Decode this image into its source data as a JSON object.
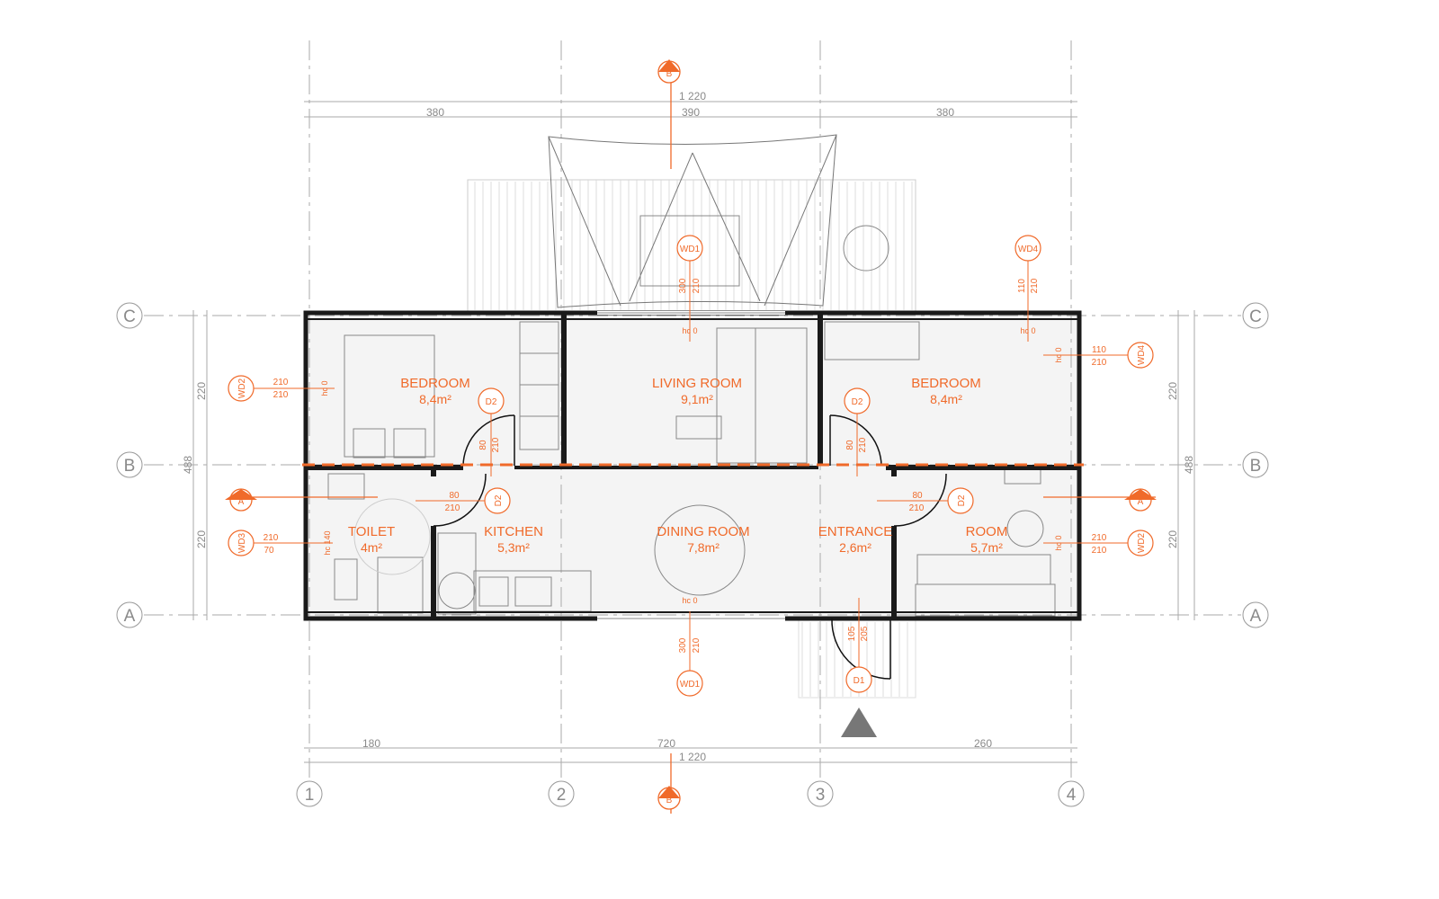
{
  "title": "Container house floor plan",
  "colors": {
    "accent": "#f06a2a",
    "wall": "#1a1a1a",
    "grid": "#9a9a9a",
    "floor": "#f3f3f3"
  },
  "grid_axes": {
    "columns": [
      "1",
      "2",
      "3",
      "4"
    ],
    "rows": [
      "C",
      "B",
      "A"
    ]
  },
  "dimensions": {
    "top_total": "1 220",
    "top_segments": [
      "380",
      "390",
      "380"
    ],
    "bottom_segments": [
      "180",
      "720",
      "260"
    ],
    "bottom_total": "1 220",
    "left_segments": [
      "220",
      "220"
    ],
    "left_total": "488",
    "right_segments": [
      "220",
      "220"
    ],
    "right_total": "488"
  },
  "sections": {
    "top": "B",
    "bottom": "B",
    "left": "A",
    "right": "A"
  },
  "rooms": [
    {
      "name": "BEDROOM",
      "area": "8,4m²"
    },
    {
      "name": "LIVING ROOM",
      "area": "9,1m²"
    },
    {
      "name": "BEDROOM",
      "area": "8,4m²"
    },
    {
      "name": "TOILET",
      "area": "4m²"
    },
    {
      "name": "KITCHEN",
      "area": "5,3m²"
    },
    {
      "name": "DINING ROOM",
      "area": "7,8m²"
    },
    {
      "name": "ENTRANCE",
      "area": "2,6m²"
    },
    {
      "name": "ROOM",
      "area": "5,7m²"
    }
  ],
  "tags": [
    {
      "id": "WD1",
      "a": "300",
      "b": "210",
      "hc": "hc 0"
    },
    {
      "id": "WD4",
      "a": "110",
      "b": "210",
      "hc": "hc 0"
    },
    {
      "id": "WD4",
      "a": "110",
      "b": "210",
      "hc": "hc 0"
    },
    {
      "id": "WD2",
      "a": "210",
      "b": "210",
      "hc": "hc 0"
    },
    {
      "id": "WD3",
      "a": "210",
      "b": "70",
      "hc": "hc 140"
    },
    {
      "id": "WD2",
      "a": "210",
      "b": "210",
      "hc": "hc 0"
    },
    {
      "id": "WD1",
      "a": "300",
      "b": "210",
      "hc": "hc 0"
    },
    {
      "id": "D2",
      "a": "80",
      "b": "210",
      "hc": ""
    },
    {
      "id": "D2",
      "a": "80",
      "b": "210",
      "hc": ""
    },
    {
      "id": "D2",
      "a": "80",
      "b": "210",
      "hc": ""
    },
    {
      "id": "D2",
      "a": "80",
      "b": "210",
      "hc": ""
    },
    {
      "id": "D1",
      "a": "105",
      "b": "205",
      "hc": ""
    }
  ]
}
